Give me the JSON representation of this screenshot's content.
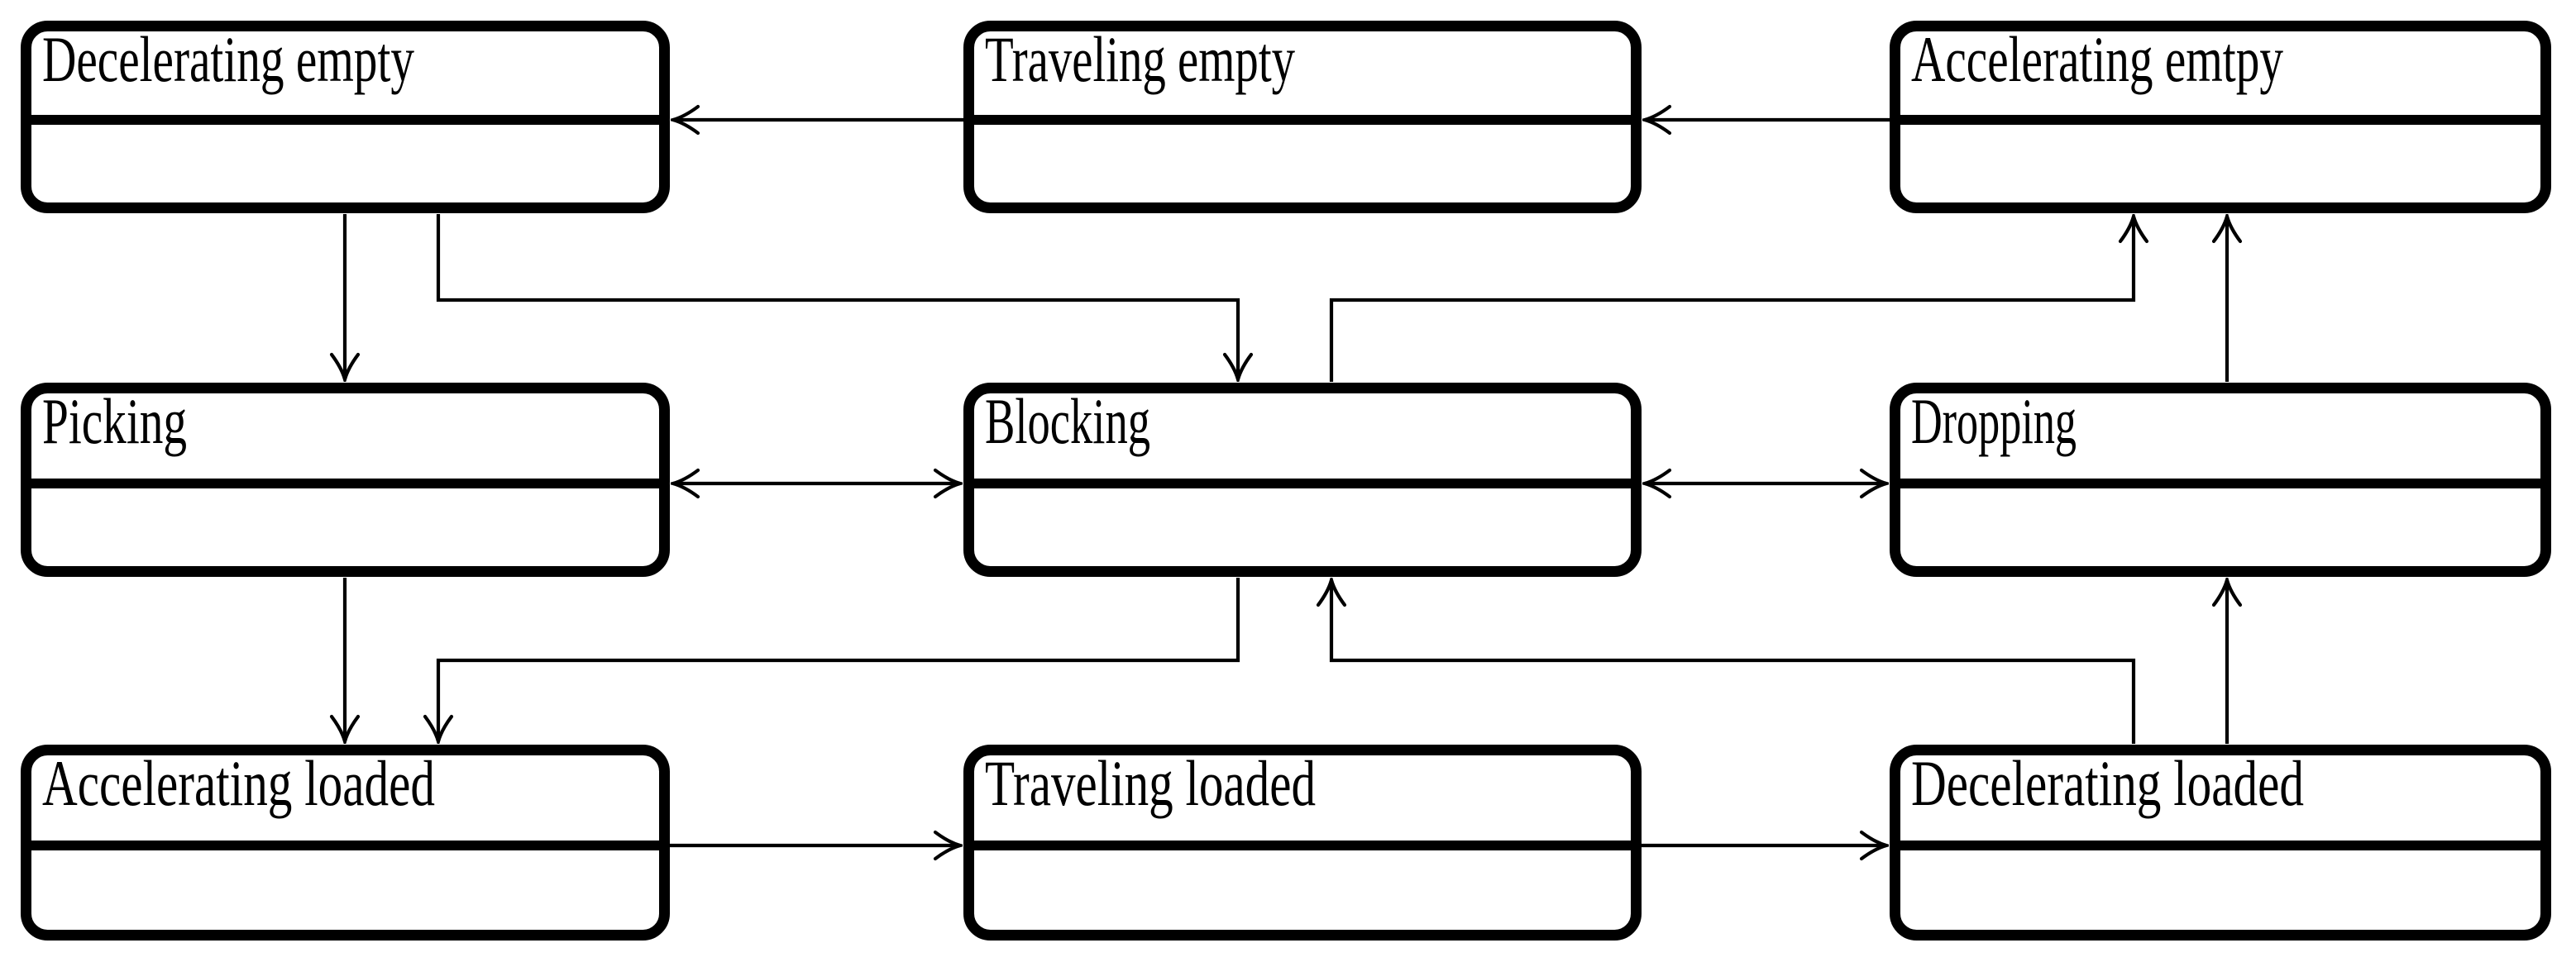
{
  "diagram": {
    "type": "state-machine",
    "colors": {
      "stroke": "#000000",
      "background": "#ffffff"
    },
    "states": [
      {
        "id": "decelerating-empty",
        "label": "Decelerating empty",
        "row": 0,
        "col": 0
      },
      {
        "id": "traveling-empty",
        "label": "Traveling empty",
        "row": 0,
        "col": 1
      },
      {
        "id": "accelerating-empty",
        "label": "Accelerating emtpy",
        "row": 0,
        "col": 2
      },
      {
        "id": "picking",
        "label": "Picking",
        "row": 1,
        "col": 0
      },
      {
        "id": "blocking",
        "label": "Blocking",
        "row": 1,
        "col": 1
      },
      {
        "id": "dropping",
        "label": "Dropping",
        "row": 1,
        "col": 2
      },
      {
        "id": "accelerating-loaded",
        "label": "Accelerating loaded",
        "row": 2,
        "col": 0
      },
      {
        "id": "traveling-loaded",
        "label": "Traveling loaded",
        "row": 2,
        "col": 1
      },
      {
        "id": "decelerating-loaded",
        "label": "Decelerating loaded",
        "row": 2,
        "col": 2
      }
    ],
    "transitions": [
      {
        "from": "traveling-empty",
        "to": "decelerating-empty",
        "bidirectional": false
      },
      {
        "from": "accelerating-empty",
        "to": "traveling-empty",
        "bidirectional": false
      },
      {
        "from": "decelerating-empty",
        "to": "picking",
        "bidirectional": false
      },
      {
        "from": "decelerating-empty",
        "to": "blocking",
        "bidirectional": false
      },
      {
        "from": "picking",
        "to": "blocking",
        "bidirectional": true
      },
      {
        "from": "blocking",
        "to": "dropping",
        "bidirectional": true
      },
      {
        "from": "blocking",
        "to": "accelerating-empty",
        "bidirectional": false
      },
      {
        "from": "dropping",
        "to": "accelerating-empty",
        "bidirectional": false
      },
      {
        "from": "picking",
        "to": "accelerating-loaded",
        "bidirectional": false
      },
      {
        "from": "blocking",
        "to": "accelerating-loaded",
        "bidirectional": false
      },
      {
        "from": "decelerating-loaded",
        "to": "blocking",
        "bidirectional": false
      },
      {
        "from": "decelerating-loaded",
        "to": "dropping",
        "bidirectional": false
      },
      {
        "from": "accelerating-loaded",
        "to": "traveling-loaded",
        "bidirectional": false
      },
      {
        "from": "traveling-loaded",
        "to": "decelerating-loaded",
        "bidirectional": false
      }
    ]
  }
}
